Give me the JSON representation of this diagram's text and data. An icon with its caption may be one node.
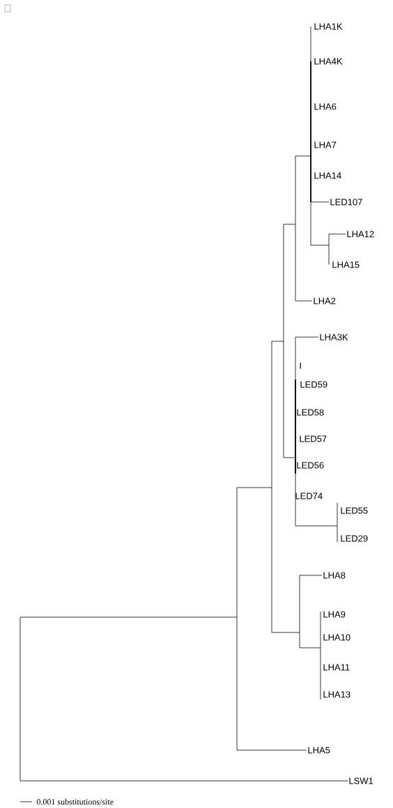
{
  "diagram": {
    "nodes": [
      {
        "text": [
          "LHA1K"
        ]
      },
      {
        "text": [
          "LHA4K"
        ]
      },
      {
        "text": [
          "LHA6"
        ]
      },
      {
        "text": [
          "LHA7"
        ]
      },
      {
        "text": [
          "LHA14"
        ]
      },
      {
        "text": [
          "LED107"
        ]
      },
      {
        "text": [
          "LHA12"
        ]
      },
      {
        "text": [
          "LHA15"
        ]
      },
      {
        "text": [
          "LHA2"
        ]
      },
      {
        "text": [
          "LHA3K"
        ]
      },
      {
        "text": [
          "I"
        ]
      },
      {
        "text": [
          "LED59"
        ]
      },
      {
        "text": [
          "LED58"
        ]
      },
      {
        "text": [
          "LED57"
        ]
      },
      {
        "text": [
          "LED56"
        ]
      },
      {
        "text": [
          "LED74"
        ]
      },
      {
        "text": [
          "LED55"
        ]
      },
      {
        "text": [
          "LED29"
        ]
      },
      {
        "text": [
          "LHA8"
        ]
      },
      {
        "text": [
          "LHA9"
        ]
      },
      {
        "text": [
          "LHA10"
        ]
      },
      {
        "text": [
          "LHA11"
        ]
      },
      {
        "text": [
          "LHA13"
        ]
      },
      {
        "text": [
          "LHA5"
        ]
      },
      {
        "text": [
          "LSW1"
        ]
      }
    ],
    "edges": [
      {
        "from": null,
        "to": 5,
        "arrow": "none"
      },
      {
        "from": null,
        "to": 6,
        "arrow": "none"
      },
      {
        "from": null,
        "to": 8,
        "arrow": "none"
      },
      {
        "from": null,
        "to": 9,
        "arrow": "none"
      },
      {
        "from": null,
        "to": 18,
        "arrow": "none"
      },
      {
        "from": null,
        "to": 23,
        "arrow": "none"
      },
      {
        "from": null,
        "to": 24,
        "arrow": "none"
      }
    ],
    "labels": [
      "0.001 substitutions/site"
    ]
  }
}
